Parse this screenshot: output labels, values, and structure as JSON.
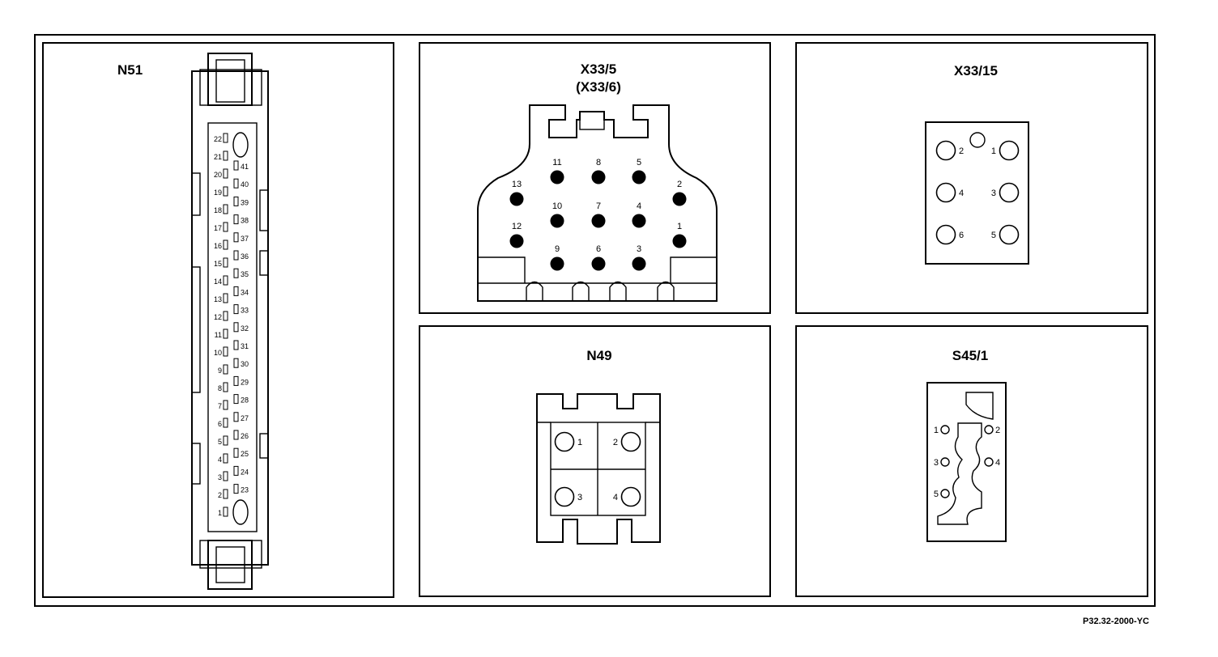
{
  "figure_code": "P32.32-2000-YC",
  "connectors": {
    "n51": {
      "title": "N51",
      "pins_left": [
        "22",
        "21",
        "20",
        "19",
        "18",
        "17",
        "16",
        "15",
        "14",
        "13",
        "12",
        "11",
        "10",
        "9",
        "8",
        "7",
        "6",
        "5",
        "4",
        "3",
        "2",
        "1"
      ],
      "pins_right": [
        "41",
        "40",
        "39",
        "38",
        "37",
        "36",
        "35",
        "34",
        "33",
        "32",
        "31",
        "30",
        "29",
        "28",
        "27",
        "26",
        "25",
        "24",
        "23"
      ]
    },
    "x33_5": {
      "title": "X33/5",
      "subtitle": "(X33/6)",
      "pins": [
        "1",
        "2",
        "3",
        "4",
        "5",
        "6",
        "7",
        "8",
        "9",
        "10",
        "11",
        "12",
        "13"
      ]
    },
    "x33_15": {
      "title": "X33/15",
      "pins": [
        "1",
        "2",
        "3",
        "4",
        "5",
        "6"
      ]
    },
    "n49": {
      "title": "N49",
      "pins": [
        "1",
        "2",
        "3",
        "4"
      ]
    },
    "s45_1": {
      "title": "S45/1",
      "pins": [
        "1",
        "2",
        "3",
        "4",
        "5"
      ]
    }
  }
}
